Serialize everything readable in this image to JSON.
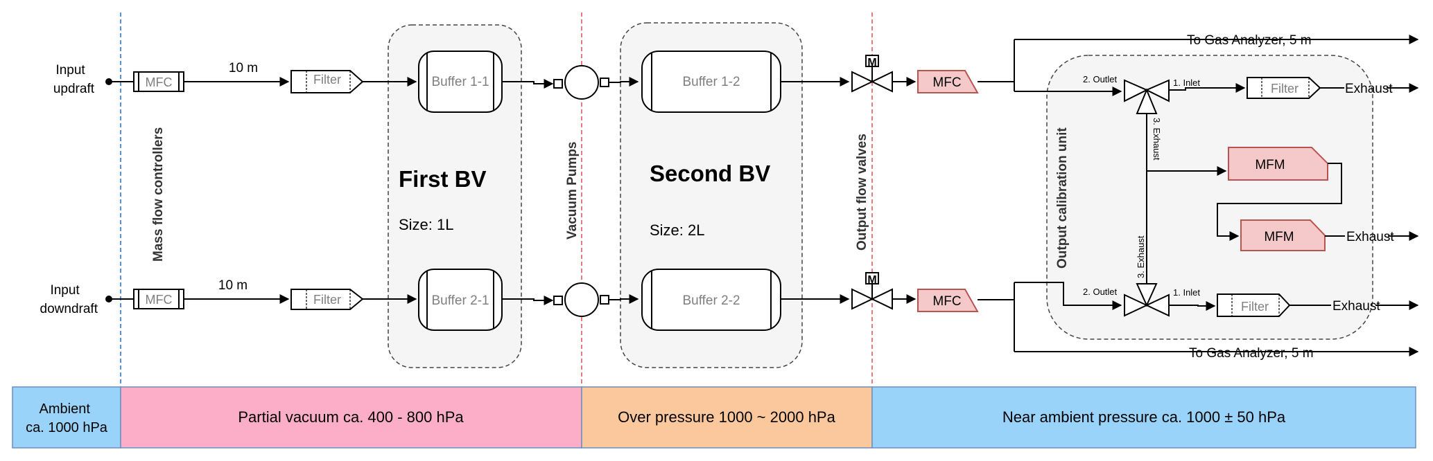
{
  "inputs": {
    "updraft": [
      "Input",
      "updraft"
    ],
    "downdraft": [
      "Input",
      "downdraft"
    ]
  },
  "lengths": {
    "top": "10 m",
    "bottom": "10 m"
  },
  "components": {
    "mfc": "MFC",
    "filter": "Filter",
    "buffer_1_1": "Buffer 1-1",
    "buffer_2_1": "Buffer 2-1",
    "buffer_1_2": "Buffer 1-2",
    "buffer_2_2": "Buffer 2-2",
    "mfm": "MFM",
    "valve_m": "M"
  },
  "sections": {
    "first_bv": {
      "title": "First BV",
      "size": "Size: 1L"
    },
    "second_bv": {
      "title": "Second BV",
      "size": "Size: 2L"
    }
  },
  "vertical_labels": {
    "mass_flow_controllers": "Mass flow controllers",
    "vacuum_pumps": "Vacuum Pumps",
    "output_flow_valves": "Output flow valves",
    "output_calibration_unit": "Output calibration unit"
  },
  "ports": {
    "outlet": "2. Outlet",
    "inlet": "1. Inlet",
    "exhaust": "3. Exhaust"
  },
  "outputs": {
    "gas_analyzer": "To Gas Analyzer, 5 m",
    "exhaust": "Exhaust"
  },
  "pressure_zones": [
    {
      "lines": [
        "Ambient",
        "ca. 1000 hPa"
      ],
      "color": "#99d3fa"
    },
    {
      "lines": [
        "Partial vacuum ca. 400 - 800 hPa"
      ],
      "color": "#fcaec8"
    },
    {
      "lines": [
        "Over pressure 1000 ~ 2000  hPa"
      ],
      "color": "#fbc89e"
    },
    {
      "lines": [
        "Near ambient pressure ca. 1000 ± 50 hPa"
      ],
      "color": "#99d3fa"
    }
  ],
  "colors": {
    "mfc_fill": "#f5c9c9",
    "mfc_stroke": "#b85450",
    "zone_stroke": "#6c8ebf",
    "blue_divider": "#1a6fd9",
    "red_divider": "#e05050",
    "group_fill": "#f5f5f5"
  }
}
